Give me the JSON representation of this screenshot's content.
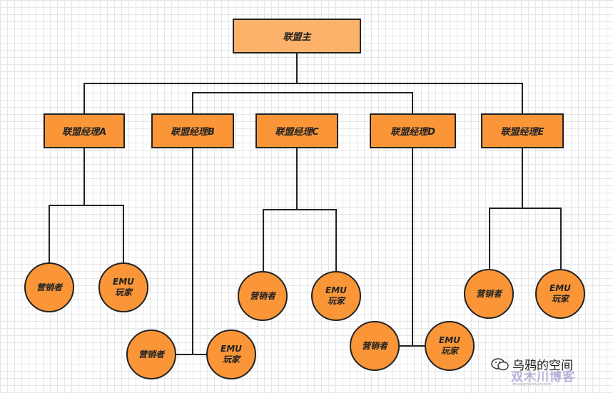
{
  "root": {
    "label": "联盟主"
  },
  "managers": [
    {
      "label": "联盟经理A"
    },
    {
      "label": "联盟经理B"
    },
    {
      "label": "联盟经理C"
    },
    {
      "label": "联盟经理D"
    },
    {
      "label": "联盟经理E"
    }
  ],
  "leaves": [
    {
      "label": "营销者"
    },
    {
      "label": "EMU\n玩家"
    },
    {
      "label": "营销者"
    },
    {
      "label": "EMU\n玩家"
    },
    {
      "label": "营销者"
    },
    {
      "label": "EMU\n玩家"
    },
    {
      "label": "营销者"
    },
    {
      "label": "EMU\n玩家"
    },
    {
      "label": "营销者"
    },
    {
      "label": "EMU\n玩家"
    }
  ],
  "watermark": {
    "account": "乌鸦的空间",
    "blog": "双木川博客",
    "url": "shuangmuchuan.com"
  },
  "colors": {
    "node_fill": "#fa9638",
    "root_fill": "#fdb26a",
    "stroke": "#222222"
  }
}
